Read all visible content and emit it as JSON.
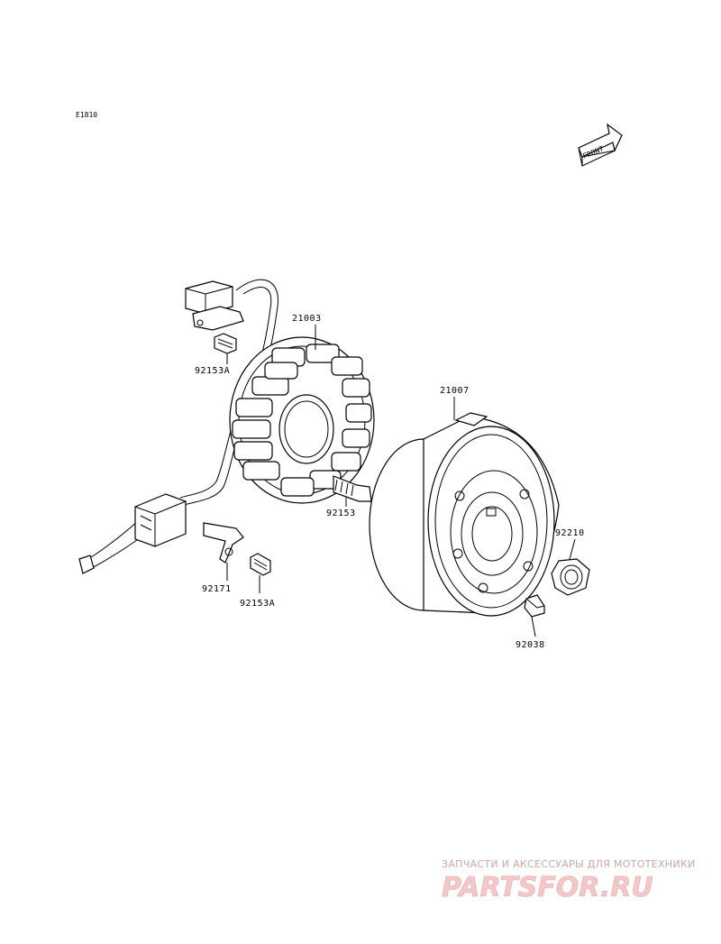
{
  "diagram_code": "E1810",
  "front_label": "FRONT",
  "parts": {
    "stator": "21003",
    "rotor": "21007",
    "bolt_stator": "92153",
    "bolt_upper": "92153A",
    "bolt_lower": "92153A",
    "clamp": "92171",
    "nut": "92210",
    "key": "92038"
  },
  "watermark": {
    "tagline": "ЗАПЧАСТИ И АКСЕССУАРЫ ДЛЯ МОТОТЕХНИКИ",
    "brand": "PARTSFOR.RU"
  }
}
